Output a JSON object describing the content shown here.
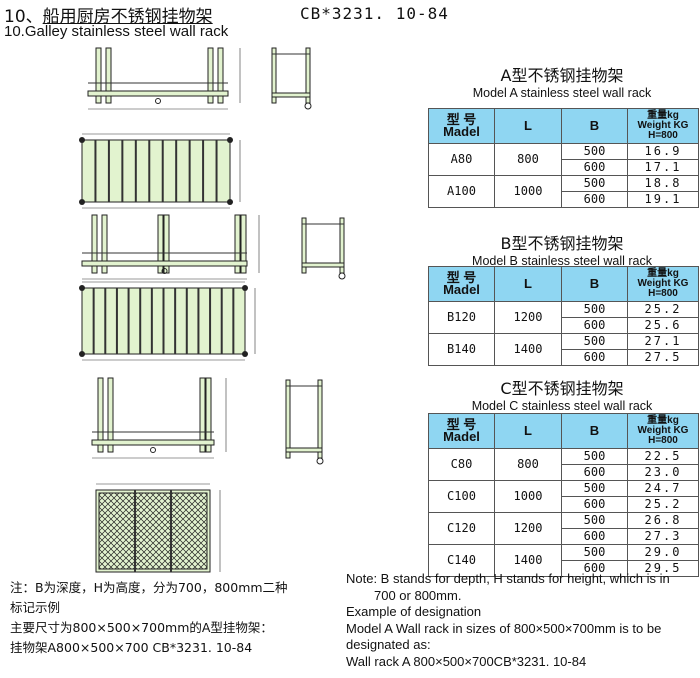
{
  "title": {
    "cn_number": "10、",
    "cn": "船用厨房不锈钢挂物架",
    "code": "CB*3231. 10-84",
    "en": "10.Galley stainless steel wall rack"
  },
  "headers": {
    "model_cn": "型 号",
    "model_en": "Madel",
    "l": "L",
    "b": "B",
    "weight_cn": "重量kg",
    "weight_en": "Weight KG",
    "weight_h": "H=800"
  },
  "tables": [
    {
      "title_cn": "A型不锈钢挂物架",
      "title_en": "Model A  stainless steel wall rack",
      "groups": [
        {
          "model": "A80",
          "l": "800",
          "rows": [
            {
              "b": "500",
              "w": "16.9"
            },
            {
              "b": "600",
              "w": "17.1"
            }
          ]
        },
        {
          "model": "A100",
          "l": "1000",
          "rows": [
            {
              "b": "500",
              "w": "18.8"
            },
            {
              "b": "600",
              "w": "19.1"
            }
          ]
        }
      ]
    },
    {
      "title_cn": "B型不锈钢挂物架",
      "title_en": "Model B  stainless steel wall rack",
      "groups": [
        {
          "model": "B120",
          "l": "1200",
          "rows": [
            {
              "b": "500",
              "w": "25.2"
            },
            {
              "b": "600",
              "w": "25.6"
            }
          ]
        },
        {
          "model": "B140",
          "l": "1400",
          "rows": [
            {
              "b": "500",
              "w": "27.1"
            },
            {
              "b": "600",
              "w": "27.5"
            }
          ]
        }
      ]
    },
    {
      "title_cn": "C型不锈钢挂物架",
      "title_en": "Model C  stainless steel wall rack",
      "groups": [
        {
          "model": "C80",
          "l": "800",
          "rows": [
            {
              "b": "500",
              "w": "22.5"
            },
            {
              "b": "600",
              "w": "23.0"
            }
          ]
        },
        {
          "model": "C100",
          "l": "1000",
          "rows": [
            {
              "b": "500",
              "w": "24.7"
            },
            {
              "b": "600",
              "w": "25.2"
            }
          ]
        },
        {
          "model": "C120",
          "l": "1200",
          "rows": [
            {
              "b": "500",
              "w": "26.8"
            },
            {
              "b": "600",
              "w": "27.3"
            }
          ]
        },
        {
          "model": "C140",
          "l": "1400",
          "rows": [
            {
              "b": "500",
              "w": "29.0"
            },
            {
              "b": "600",
              "w": "29.5"
            }
          ]
        }
      ]
    }
  ],
  "notes_cn": [
    "注：B为深度，H为高度，分为700，800mm二种",
    "标记示例",
    "主要尺寸为800×500×700mm的A型挂物架：",
    "挂物架A800×500×700 CB*3231. 10-84"
  ],
  "notes_en": [
    "Note: B stands for depth, H stands for height, which is in",
    "       700 or 800mm.",
    "Example of designation",
    "Model A Wall rack in sizes of 800×500×700mm is to be",
    "designated as:",
    "Wall rack A 800×500×700CB*3231. 10-84"
  ],
  "colors": {
    "header_bg": "#8fd6f2",
    "drawing_fill": "#e2f3cf"
  }
}
